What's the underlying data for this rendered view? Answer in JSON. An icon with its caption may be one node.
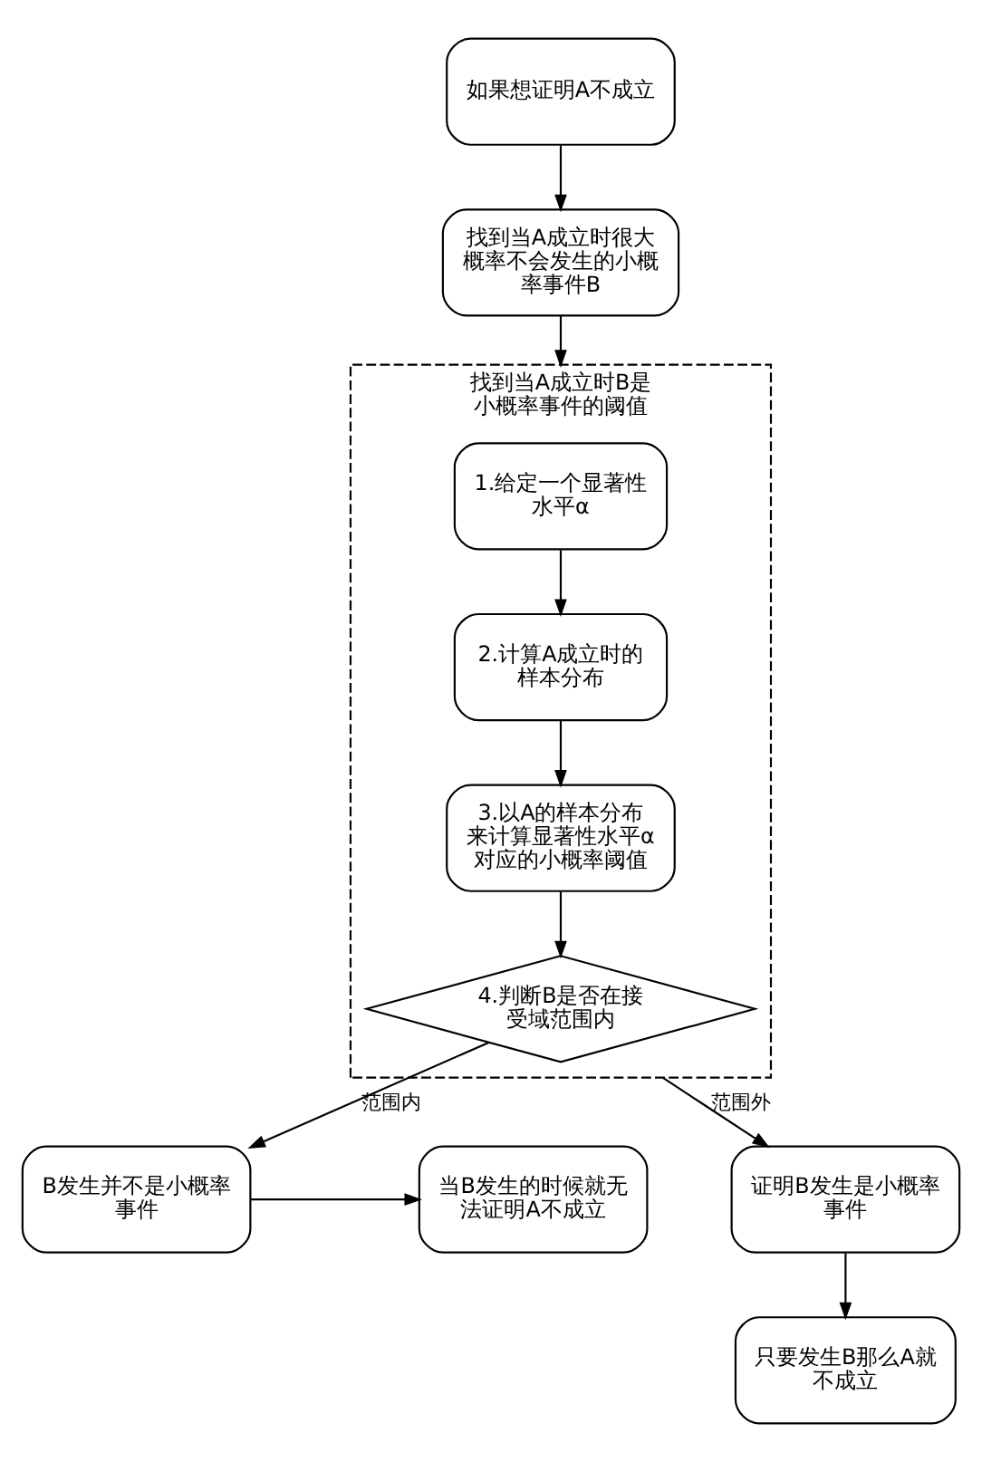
{
  "diagram": {
    "nodes": [
      {
        "text": [
          "如果想证明A不成立"
        ]
      },
      {
        "text": [
          "找到当A成立时很大概率不会发生的小概率事件B"
        ]
      },
      {
        "text": [
          "找到当A成立时B是小概率事件的阈值"
        ]
      },
      {
        "text": [
          "1.给定一个显著性水平α"
        ],
        "in": 2
      },
      {
        "text": [
          "2.计算A成立时的样本分布"
        ],
        "in": 2
      },
      {
        "text": [
          "3.以A的样本分布来计算显著性水平α对应的小概率阈值"
        ],
        "in": 2
      },
      {
        "text": [
          "4.判断B是否在接受域范围内"
        ],
        "in": 2
      },
      {
        "text": [
          "B发生并不是小概率事件"
        ]
      },
      {
        "text": [
          "当B发生的时候就无法证明A不成立"
        ]
      },
      {
        "text": [
          "证明B发生是小概率事件"
        ]
      },
      {
        "text": [
          "只要发生B那么A就不成立"
        ]
      }
    ],
    "edges": [
      {
        "from": 0,
        "to": 1,
        "arrow": "to"
      },
      {
        "from": 1,
        "to": 2,
        "arrow": "to"
      },
      {
        "from": 3,
        "to": 4,
        "arrow": "to"
      },
      {
        "from": 4,
        "to": 5,
        "arrow": "to"
      },
      {
        "from": 5,
        "to": 6,
        "arrow": "to"
      },
      {
        "from": 6,
        "to": 7,
        "arrow": "to",
        "label": "范围内"
      },
      {
        "from": 7,
        "to": 8,
        "arrow": "to"
      },
      {
        "from": 2,
        "to": 9,
        "arrow": "to",
        "label": "范围外"
      },
      {
        "from": 9,
        "to": 10,
        "arrow": "to"
      }
    ]
  }
}
